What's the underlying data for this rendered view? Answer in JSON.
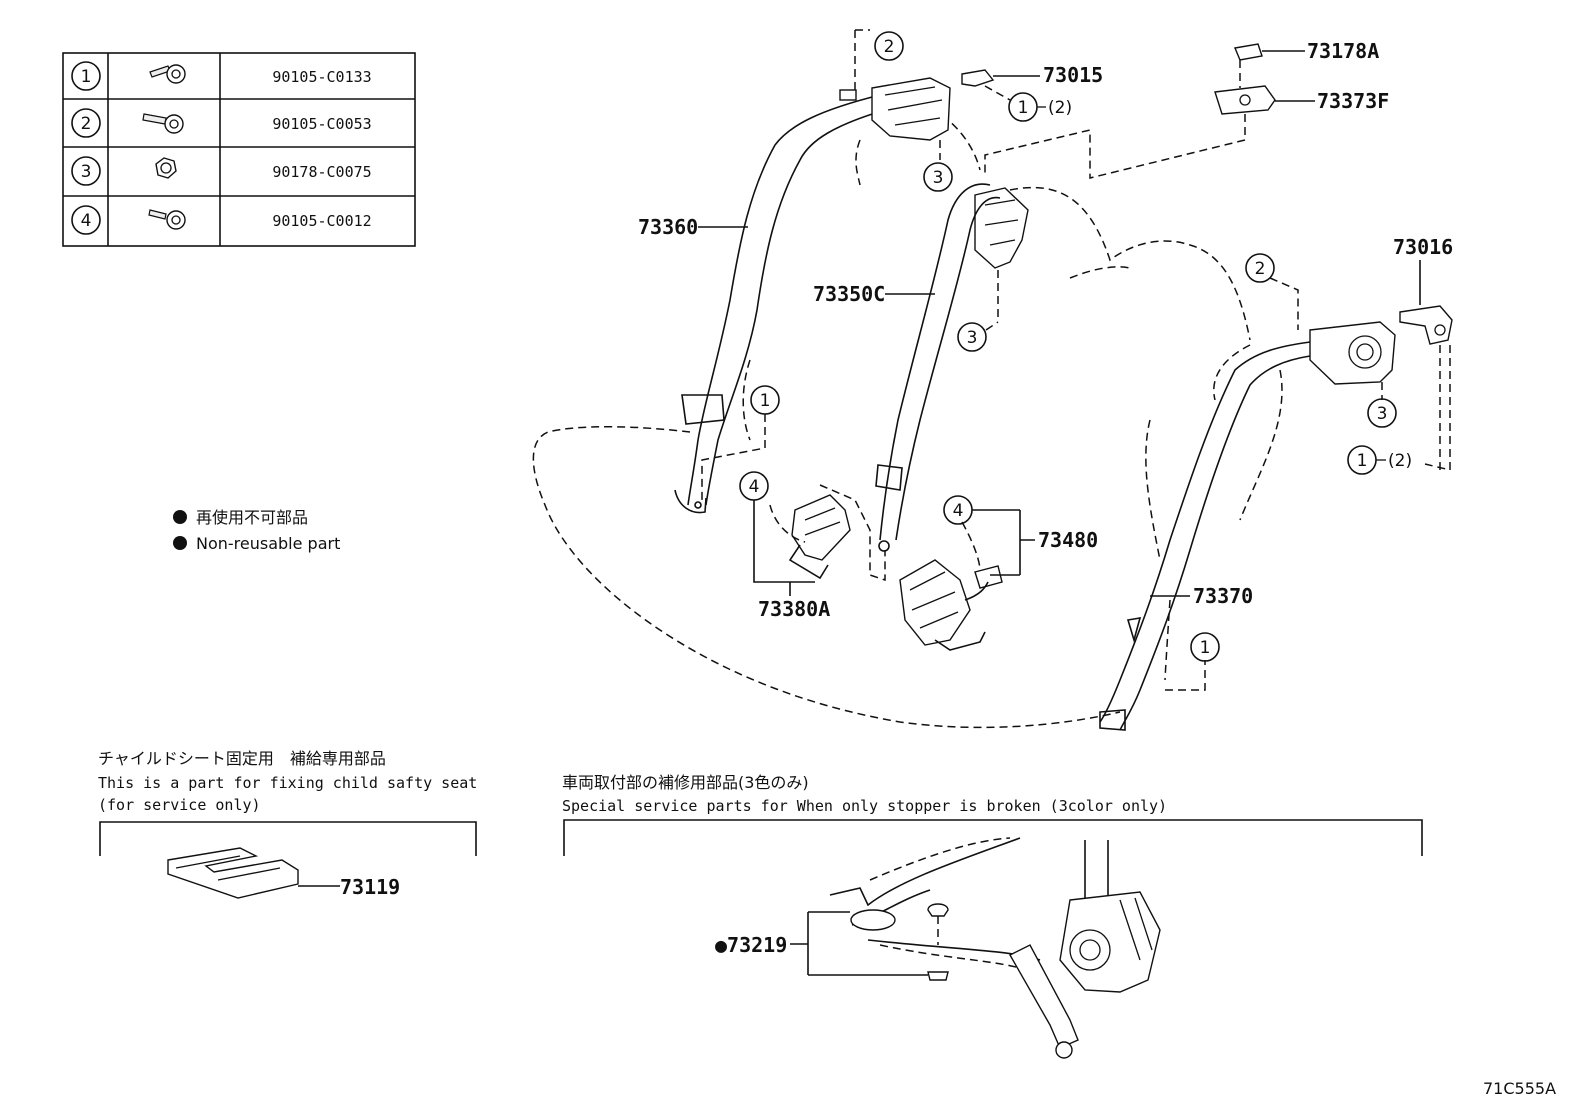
{
  "fastener_table": [
    {
      "num": "1",
      "part": "90105-C0133",
      "icon": "bolt-icon"
    },
    {
      "num": "2",
      "part": "90105-C0053",
      "icon": "bolt-icon"
    },
    {
      "num": "3",
      "part": "90178-C0075",
      "icon": "nut-icon"
    },
    {
      "num": "4",
      "part": "90105-C0012",
      "icon": "bolt-icon"
    }
  ],
  "legend": {
    "jp": "再使用不可部品",
    "en": "Non-reusable part"
  },
  "parts": {
    "p73015": "73015",
    "p73178A": "73178A",
    "p73373F": "73373F",
    "p73360": "73360",
    "p73350C": "73350C",
    "p73016": "73016",
    "p73480": "73480",
    "p73380A": "73380A",
    "p73370": "73370",
    "p73119": "73119",
    "p73219": "●73219"
  },
  "callouts": {
    "c1": "1",
    "c2": "2",
    "c3": "3",
    "c4": "4",
    "c1p2": "(2)"
  },
  "child_seat_box": {
    "jp": "チャイルドシート固定用　補給専用部品",
    "en1": "This is a part for fixing child safty seat",
    "en2": "(for service only)"
  },
  "stopper_box": {
    "jp": "車両取付部の補修用部品(3色のみ)",
    "en": "Special service parts for When only stopper is broken (3color only)"
  },
  "diagram_id": "71C555A",
  "colors": {
    "ink": "#111111",
    "background": "#ffffff"
  }
}
